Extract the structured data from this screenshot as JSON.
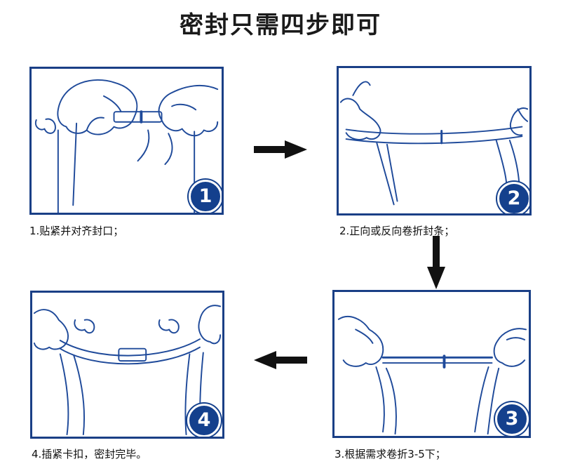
{
  "title": "密封只需四步即可",
  "steps": [
    {
      "number": "1",
      "caption": "1.贴紧并对齐封口；"
    },
    {
      "number": "2",
      "caption": "2.正向或反向卷折封条；"
    },
    {
      "number": "3",
      "caption": "3.根据需求卷折3-5下；"
    },
    {
      "number": "4",
      "caption": "4.插紧卡扣，密封完毕。"
    }
  ],
  "colors": {
    "frame": "#1a3f86",
    "badge": "#14408d",
    "arrow": "#111111",
    "line": "#1f4a9a"
  }
}
